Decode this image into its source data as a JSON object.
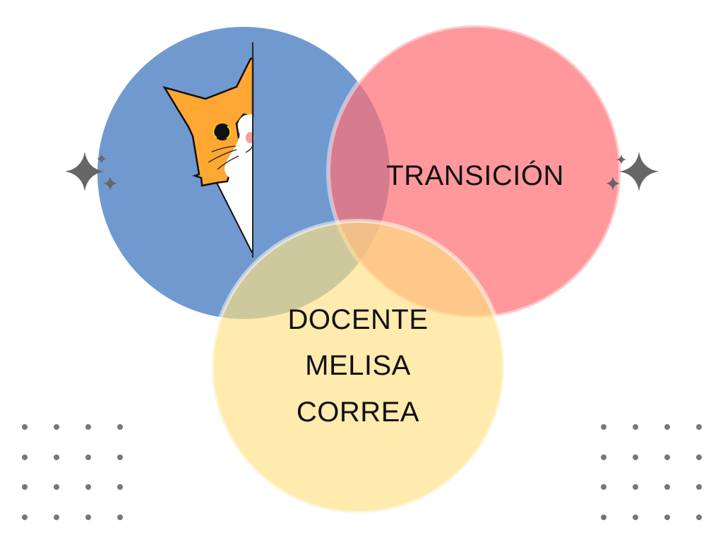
{
  "diagram": {
    "type": "venn",
    "circles": [
      {
        "name": "blue",
        "color": "#7099d0",
        "label": ""
      },
      {
        "name": "red",
        "color": "#ff8c90",
        "label": "TRANSICIÓN"
      },
      {
        "name": "yellow",
        "color": "#ffe79e",
        "label_lines": [
          "DOCENTE",
          "MELISA",
          "CORREA"
        ]
      }
    ],
    "accent_colors": {
      "cat_orange": "#ffa733",
      "sparkle": "#666666",
      "dot": "#777777"
    }
  }
}
